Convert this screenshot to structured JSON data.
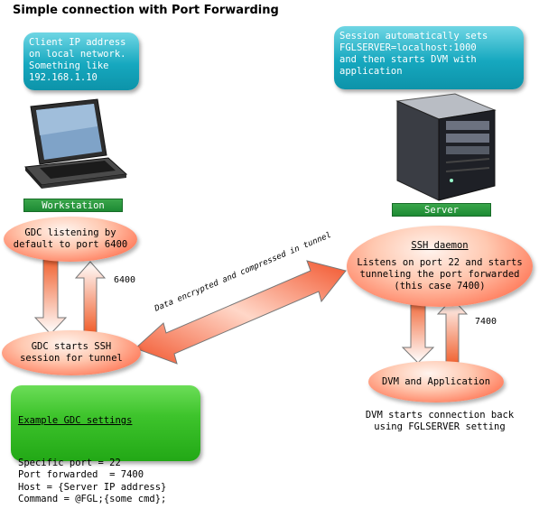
{
  "title": "Simple connection with Port Forwarding",
  "client_callout": "Client IP address\non local network.\nSomething like\n192.168.1.10",
  "server_callout": "Session automatically sets\nFGLSERVER=localhost:1000\nand then starts DVM with\napplication",
  "workstation_label": "Workstation",
  "server_label": "Server",
  "gdc_listening": "GDC listening by\ndefault to port 6400",
  "gdc_ssh": "GDC starts SSH\nsession for tunnel",
  "ssh_daemon": {
    "heading": "SSH daemon",
    "body": "Listens on port 22 and starts\ntunneling the port forwarded\n(this case 7400)"
  },
  "dvm_app": "DVM and Application",
  "dvm_note": "DVM starts connection back\nusing FGLSERVER setting",
  "port_left": "6400",
  "port_right": "7400",
  "tunnel_text": "Data encrypted and compressed in tunnel",
  "settings": {
    "heading": "Example GDC settings",
    "lines": "Specific port = 22\nPort forwarded  = 7400\nHost = {Server IP address}\nCommand = @FGL;{some cmd};"
  },
  "colors": {
    "callout_blue": "#16a8bf",
    "label_green": "#1d8a33",
    "ellipse_orange": "#ff8566",
    "settings_green": "#3ec42c"
  },
  "icons": [
    "laptop-icon",
    "server-tower-icon"
  ]
}
